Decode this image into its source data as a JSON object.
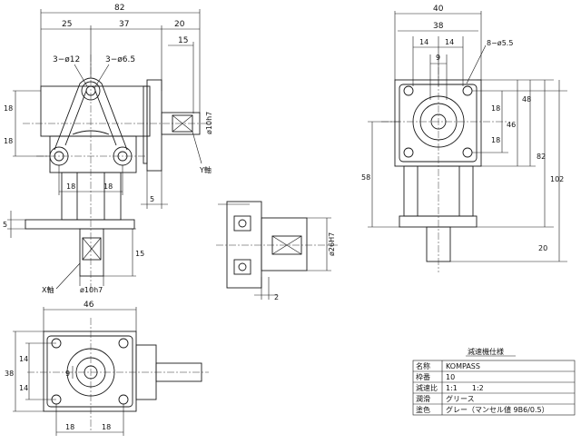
{
  "front_view": {
    "dim_total": "82",
    "dim_left": "25",
    "dim_mid": "37",
    "dim_right": "20",
    "dim_shaft": "15",
    "hole_large": "3−ø12",
    "hole_small": "3−ø6.5",
    "dim_v_upper": "18",
    "dim_v_lower": "18",
    "dim_h_left": "18",
    "dim_h_right": "18",
    "dim_gap": "5",
    "dim_base": "5",
    "dim_shaft_len": "15",
    "shaft_y_dia": "ø10h7",
    "axis_y": "Y軸",
    "axis_x": "X軸",
    "shaft_x_dia": "ø10h7"
  },
  "side_view": {
    "dim_width": "40",
    "dim_inner": "38",
    "dim_14a": "14",
    "dim_14b": "14",
    "dim_9": "9",
    "hole": "8−ø5.5",
    "dim_18a": "18",
    "dim_18b": "18",
    "dim_46": "46",
    "dim_48": "48",
    "dim_82": "82",
    "dim_102": "102",
    "dim_58": "58",
    "dim_20": "20"
  },
  "section_view": {
    "bore": "ø26H7",
    "dim_2": "2"
  },
  "bottom_view": {
    "dim_46": "46",
    "dim_38": "38",
    "dim_14a": "14",
    "dim_14b": "14",
    "dim_9": "9",
    "dim_18a": "18",
    "dim_18b": "18"
  },
  "spec_table": {
    "title": "減速機仕様",
    "rows": [
      {
        "label": "名称",
        "value": "KOMPASS"
      },
      {
        "label": "枠番",
        "value": "10"
      },
      {
        "label": "減速比",
        "value": "1:1　　1:2"
      },
      {
        "label": "潤滑",
        "value": "グリース"
      },
      {
        "label": "塗色",
        "value": "グレー（マンセル値 9B6/0.5）"
      }
    ]
  }
}
